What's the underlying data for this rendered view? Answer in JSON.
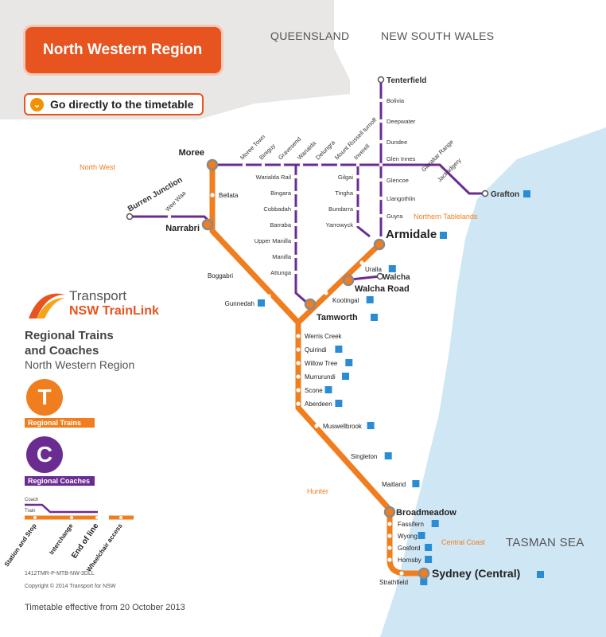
{
  "header": {
    "title": "North Western Region",
    "go_timetable": "Go directly to the timetable"
  },
  "states": {
    "qld": "QUEENSLAND",
    "nsw": "NEW SOUTH WALES",
    "sea": "TASMAN SEA"
  },
  "regions": [
    "North West",
    "Northern Tablelands",
    "Hunter",
    "Central Coast"
  ],
  "colors": {
    "train": "#f07d1e",
    "coach": "#6b2c91",
    "accent": "#e8541f",
    "sea": "#cfe6f4",
    "land": "#e9e7e6",
    "wheelchair": "#2a8dd4"
  },
  "train_stations": [
    {
      "name": "Moree",
      "major": true,
      "access": false
    },
    {
      "name": "Bellata",
      "access": false
    },
    {
      "name": "Narrabri",
      "major": true,
      "access": false
    },
    {
      "name": "Boggabri",
      "access": false
    },
    {
      "name": "Gunnedah",
      "access": true
    },
    {
      "name": "Tamworth",
      "major": true,
      "access": true
    },
    {
      "name": "Kootingal",
      "access": true
    },
    {
      "name": "Walcha Road",
      "major": true,
      "access": false
    },
    {
      "name": "Uralla",
      "access": true
    },
    {
      "name": "Armidale",
      "major": true,
      "access": true
    },
    {
      "name": "Werris Creek",
      "access": false
    },
    {
      "name": "Quirindi",
      "access": true
    },
    {
      "name": "Willow Tree",
      "access": true
    },
    {
      "name": "Murrurundi",
      "access": true
    },
    {
      "name": "Scone",
      "access": true
    },
    {
      "name": "Aberdeen",
      "access": true
    },
    {
      "name": "Muswellbrook",
      "access": true
    },
    {
      "name": "Singleton",
      "access": true
    },
    {
      "name": "Maitland",
      "access": true
    },
    {
      "name": "Broadmeadow",
      "major": true,
      "access": false
    },
    {
      "name": "Fassifern",
      "access": true
    },
    {
      "name": "Wyong",
      "access": true
    },
    {
      "name": "Gosford",
      "access": true
    },
    {
      "name": "Hornsby",
      "access": true
    },
    {
      "name": "Strathfield",
      "access": true
    },
    {
      "name": "Sydney (Central)",
      "major": true,
      "access": true
    }
  ],
  "coach_stations": [
    {
      "name": "Moree Town"
    },
    {
      "name": "Biniguy"
    },
    {
      "name": "Gravesend"
    },
    {
      "name": "Warialda"
    },
    {
      "name": "Delungra"
    },
    {
      "name": "Mount Russell turnoff"
    },
    {
      "name": "Inverell"
    },
    {
      "name": "Warialda Rail"
    },
    {
      "name": "Bingara"
    },
    {
      "name": "Cobbadah"
    },
    {
      "name": "Barraba"
    },
    {
      "name": "Upper Manilla"
    },
    {
      "name": "Manilla"
    },
    {
      "name": "Attunga"
    },
    {
      "name": "Gilgai"
    },
    {
      "name": "Tingha"
    },
    {
      "name": "Bundarra"
    },
    {
      "name": "Yarrowyck"
    },
    {
      "name": "Tenterfield"
    },
    {
      "name": "Bolivia"
    },
    {
      "name": "Deepwater"
    },
    {
      "name": "Dundee"
    },
    {
      "name": "Glen Innes"
    },
    {
      "name": "Glencoe"
    },
    {
      "name": "Llangothlin"
    },
    {
      "name": "Guyra"
    },
    {
      "name": "Gibraltar Range"
    },
    {
      "name": "Jackadgery"
    },
    {
      "name": "Grafton"
    },
    {
      "name": "Walcha"
    },
    {
      "name": "Burren Junction"
    },
    {
      "name": "Wee Waa"
    }
  ],
  "legend": {
    "logo_line1": "Transport",
    "logo_line2": "NSW TrainLink",
    "heading": "Regional Trains and Coaches",
    "subheading": "North Western Region",
    "train_letter": "T",
    "train_label": "Regional Trains",
    "coach_letter": "C",
    "coach_label": "Regional Coaches",
    "coach": "Coach",
    "train": "Train",
    "station": "Station and Stop",
    "interchange": "Interchange",
    "end": "End of line",
    "wheelchair": "Wheelchair access"
  },
  "footer": {
    "code": "1412TMR-P-MTB-NW-3DLL",
    "copyright": "Copyright © 2014 Transport for NSW",
    "effective": "Timetable effective from 20 October 2013"
  }
}
